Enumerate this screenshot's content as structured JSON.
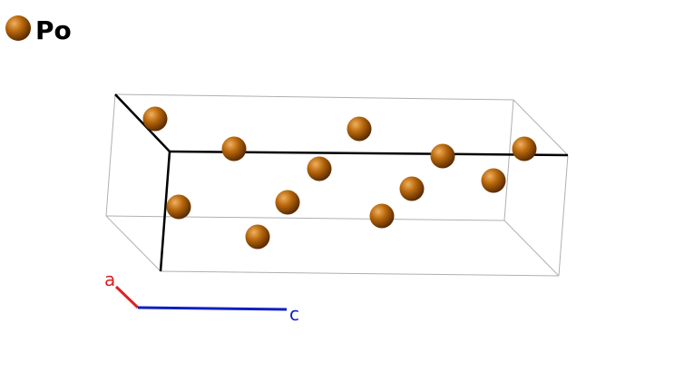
{
  "legend": {
    "element_symbol": "Po",
    "atom_color": "#a65a06"
  },
  "axes": {
    "a": {
      "label": "a",
      "color": "#e02020"
    },
    "c": {
      "label": "c",
      "color": "#1020c0"
    }
  },
  "atom_count": 12
}
